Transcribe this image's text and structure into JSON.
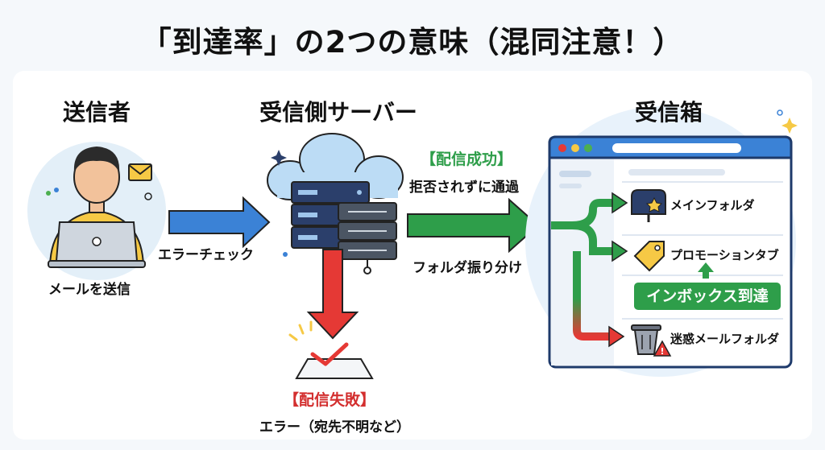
{
  "title": "「到達率」の2つの意味（混同注意！）",
  "columns": {
    "sender": "送信者",
    "server": "受信側サーバー",
    "inbox": "受信箱"
  },
  "sender_action": "メールを送信",
  "error_check": "エラーチェック",
  "success": {
    "heading": "【配信成功】",
    "detail": "拒否されずに通過",
    "routing": "フォルダ振り分け"
  },
  "failure": {
    "heading": "【配信失敗】",
    "detail": "エラー（宛先不明など）"
  },
  "folders": [
    {
      "label": "メインフォルダ",
      "icon": "mailbox-icon"
    },
    {
      "label": "プロモーションタブ",
      "icon": "tag-icon"
    },
    {
      "label": "迷惑メールフォルダ",
      "icon": "trash-warning-icon"
    }
  ],
  "inbox_reached": "インボックス到達",
  "colors": {
    "arrow_blue": "#3b82d6",
    "arrow_green": "#2e9e4a",
    "arrow_red": "#e53935",
    "server_navy": "#2b3f6b",
    "success_text": "#2e9e4a",
    "failure_text": "#d32f2f",
    "badge": "#2e9e4a"
  }
}
